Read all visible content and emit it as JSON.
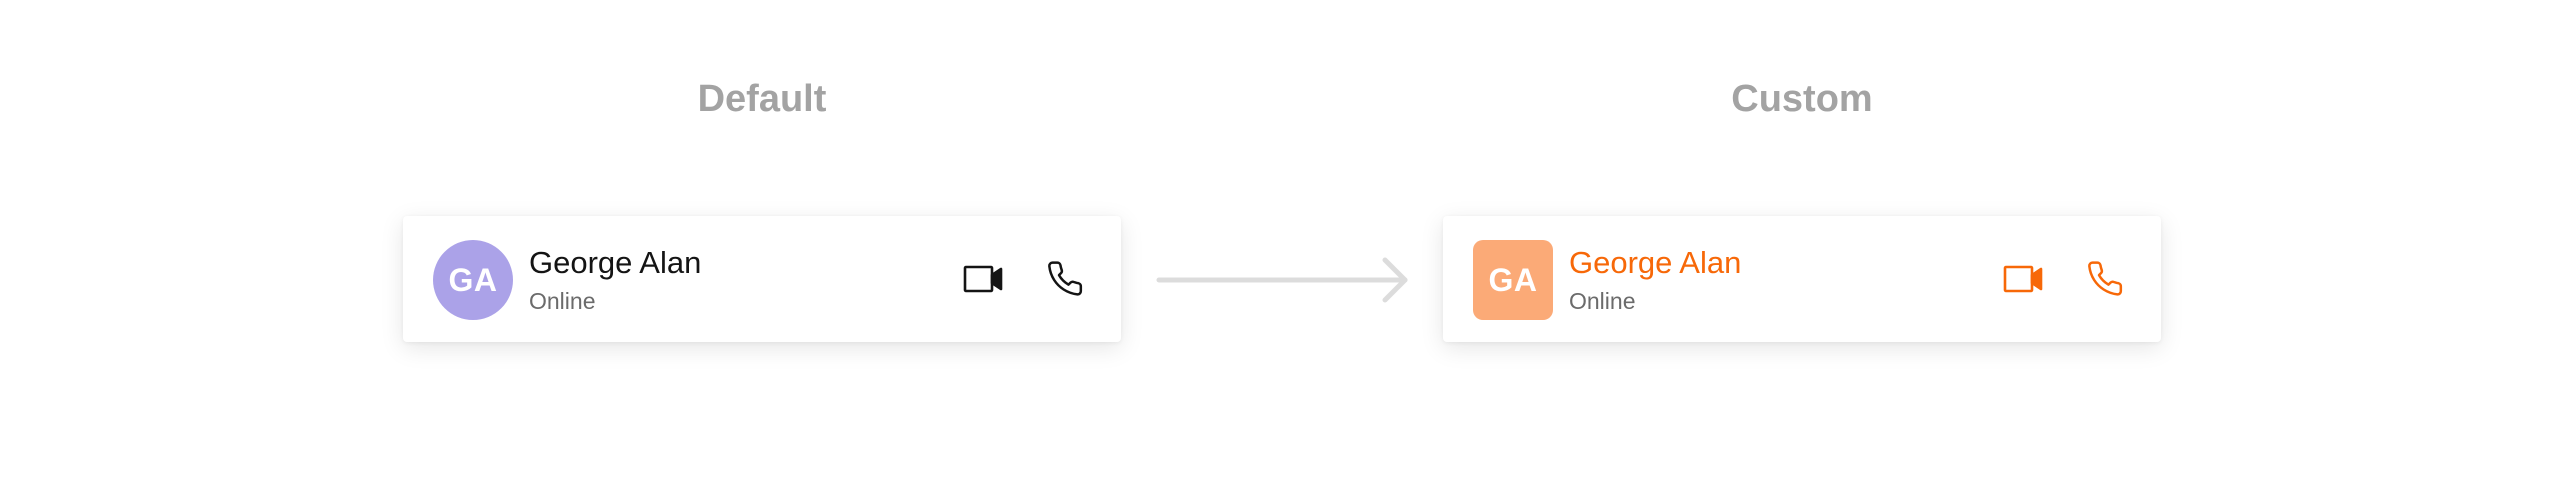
{
  "sections": {
    "default_title": "Default",
    "custom_title": "Custom"
  },
  "default_card": {
    "avatar_initials": "GA",
    "avatar_color": "#aba2e8",
    "name": "George Alan",
    "name_color": "#141414",
    "status": "Online",
    "icon_color": "#141414",
    "icons": [
      "video-camera-icon",
      "phone-icon"
    ]
  },
  "custom_card": {
    "avatar_initials": "GA",
    "avatar_color": "#fbaa77",
    "name": "George Alan",
    "name_color": "#f76808",
    "status": "Online",
    "icon_color": "#f76808",
    "icons": [
      "video-camera-icon",
      "phone-icon"
    ]
  },
  "arrow": {
    "icon": "arrow-right-icon",
    "color": "#dcdcdc"
  }
}
